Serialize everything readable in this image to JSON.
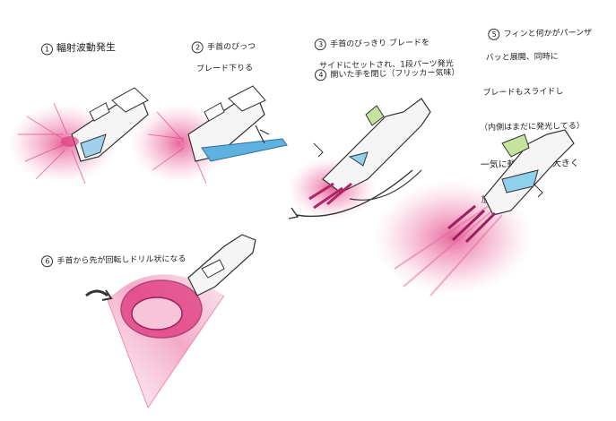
{
  "steps": [
    {
      "number": "1",
      "lines": [
        "輻射波動発生"
      ]
    },
    {
      "number": "2",
      "lines": [
        "手首のびっつ",
        "ブレード下りる"
      ]
    },
    {
      "number": "3",
      "lines": [
        "手首のびっきり ブレードを",
        "サイドにセットされ、1段パーツ発光"
      ]
    },
    {
      "number": "4",
      "lines": [
        "開いた手を閉じ（フリッカー気味）"
      ]
    },
    {
      "number": "5",
      "lines": [
        "フィンと何かがパーンザ",
        "バッと展開、同時に",
        "ブレードもスライドし",
        "（内側はまだに発光してる）",
        "一気に輻射波動を大きく",
        "放射"
      ]
    },
    {
      "number": "6",
      "lines": [
        "手首から先が回転しドリル状になる"
      ]
    }
  ],
  "colors": {
    "energy": "#e0357a",
    "energy_soft": "#f3a9c6",
    "blade": "#4aa3d6",
    "accent_green": "#b9d98a",
    "line": "#333333"
  }
}
